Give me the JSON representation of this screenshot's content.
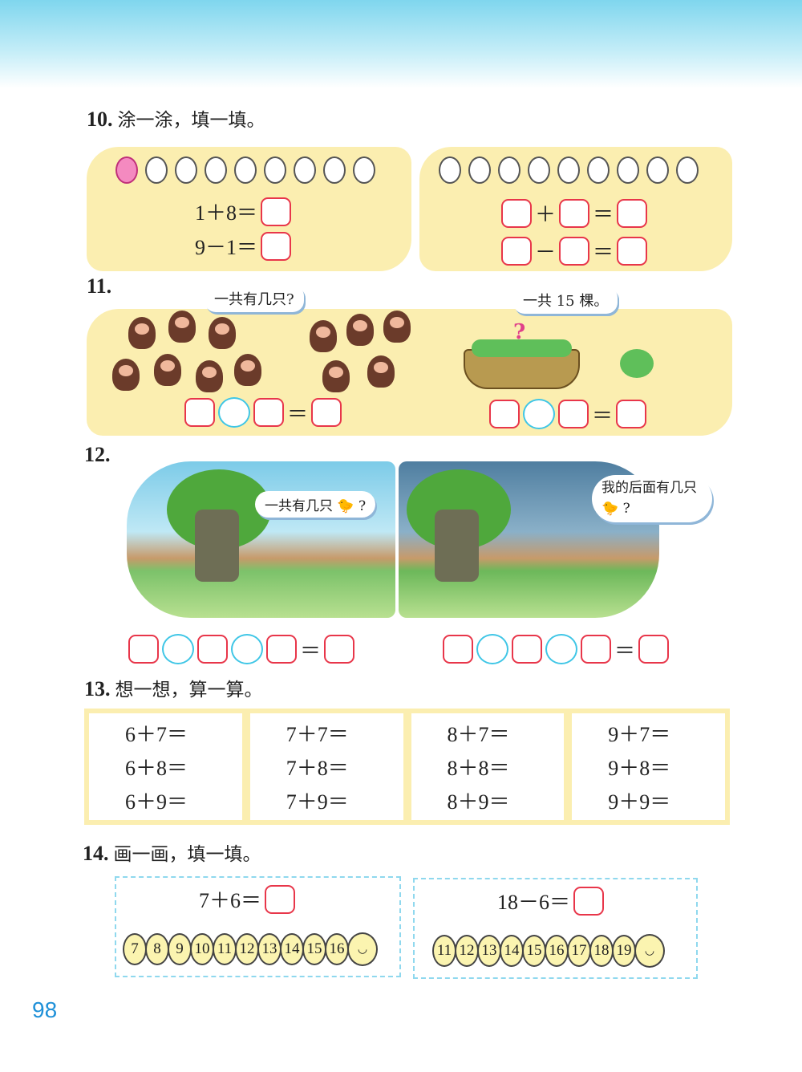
{
  "page_number": "98",
  "q10": {
    "num": "10.",
    "title": "涂一涂，填一填。",
    "left_eq1": "1＋8＝",
    "left_eq2": "9－1＝",
    "plus": "＋",
    "minus": "－",
    "equals": "＝"
  },
  "q11": {
    "num": "11.",
    "bubble_left": "一共有几只?",
    "bubble_right": "一共 15 棵。",
    "equals": "＝",
    "question_mark": "?"
  },
  "q12": {
    "num": "12.",
    "bubble_left": "一共有几只 🐤 ?",
    "bubble_right": "我的后面有几只 🐤 ?",
    "equals": "＝"
  },
  "q13": {
    "num": "13.",
    "title": "想一想，算一算。",
    "columns": [
      [
        "6＋7＝",
        "6＋8＝",
        "6＋9＝"
      ],
      [
        "7＋7＝",
        "7＋8＝",
        "7＋9＝"
      ],
      [
        "8＋7＝",
        "8＋8＝",
        "8＋9＝"
      ],
      [
        "9＋7＝",
        "9＋8＝",
        "9＋9＝"
      ]
    ]
  },
  "q14": {
    "num": "14.",
    "title": "画一画，填一填。",
    "left_eq": "7＋6＝",
    "right_eq": "18－6＝",
    "left_caterpillar": [
      "7",
      "8",
      "9",
      "10",
      "11",
      "12",
      "13",
      "14",
      "15",
      "16"
    ],
    "right_caterpillar": [
      "11",
      "12",
      "13",
      "14",
      "15",
      "16",
      "17",
      "18",
      "19"
    ]
  },
  "colors": {
    "answer_box": "#e8364a",
    "operator_circle": "#3fc6e6",
    "panel": "#fbeeb0",
    "page_number": "#1e90d8"
  }
}
